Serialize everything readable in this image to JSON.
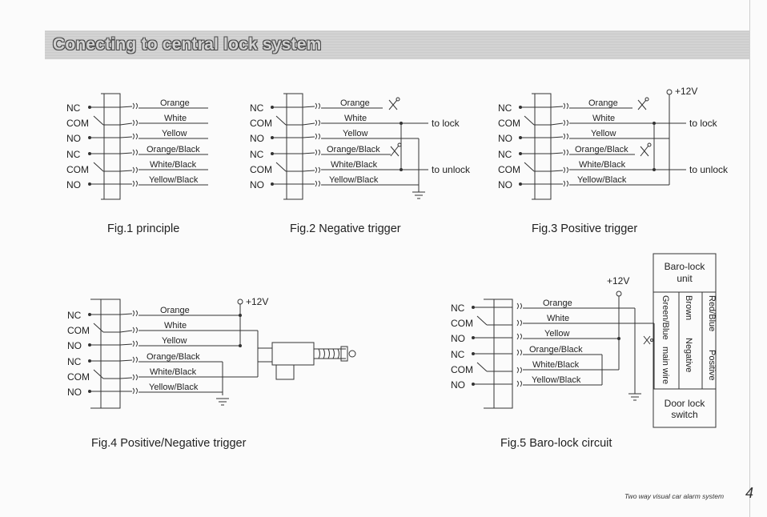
{
  "header": {
    "title": "Conecting to central lock system"
  },
  "pins": [
    "NC",
    "COM",
    "NO",
    "NC",
    "COM",
    "NO"
  ],
  "wires": [
    "Orange",
    "White",
    "Yellow",
    "Orange/Black",
    "White/Black",
    "Yellow/Black"
  ],
  "fig1": {
    "caption": "Fig.1  principle"
  },
  "fig2": {
    "caption": "Fig.2  Negative trigger",
    "to_lock": "to lock",
    "to_unlock": "to unlock"
  },
  "fig3": {
    "caption": "Fig.3  Positive trigger",
    "supply": "+12V",
    "to_lock": "to lock",
    "to_unlock": "to unlock"
  },
  "fig4": {
    "caption": "Fig.4  Positive/Negative trigger",
    "supply": "+12V"
  },
  "fig5": {
    "caption": "Fig.5 Baro-lock circuit",
    "supply": "+12V",
    "baro_unit_line1": "Baro-lock",
    "baro_unit_line2": "unit",
    "door_switch_line1": "Door lock",
    "door_switch_line2": "switch",
    "vertical_wires": [
      {
        "color": "Green/Blue",
        "role": "main wire"
      },
      {
        "color": "Brown",
        "role": "Negative"
      },
      {
        "color": "Red/Blue",
        "role": "Positive"
      }
    ]
  },
  "footer": {
    "text": "Two way visual car alarm system",
    "page_number": "4"
  }
}
